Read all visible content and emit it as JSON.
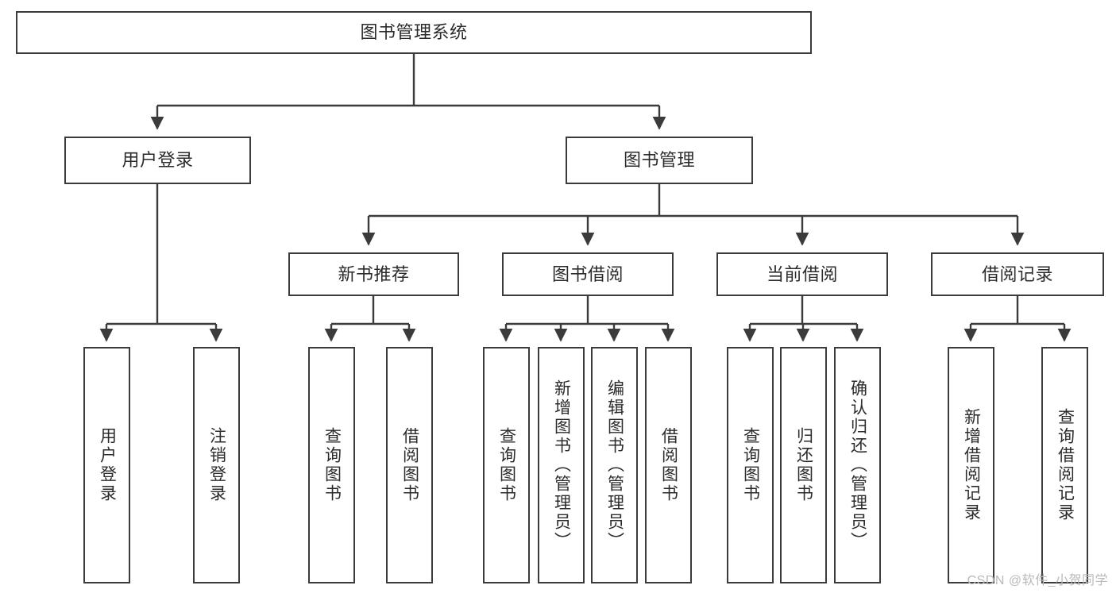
{
  "diagram": {
    "title": "图书管理系统",
    "type": "tree-hierarchy",
    "orientation": "top-down",
    "colors": {
      "box_border": "#3b3b3b",
      "box_fill": "#ffffff",
      "connector": "#3b3b3b",
      "text": "#2b2b2b",
      "watermark": "#b9b9b9",
      "background": "#ffffff"
    }
  },
  "nodes": {
    "root": {
      "label": "图书管理系统"
    },
    "level2": [
      {
        "id": "user-login",
        "label": "用户登录"
      },
      {
        "id": "book-manage",
        "label": "图书管理"
      }
    ],
    "level3": [
      {
        "id": "new-book-recommend",
        "label": "新书推荐"
      },
      {
        "id": "book-borrow",
        "label": "图书借阅"
      },
      {
        "id": "current-borrow",
        "label": "当前借阅"
      },
      {
        "id": "borrow-record",
        "label": "借阅记录"
      }
    ],
    "leaves": {
      "user-login": [
        {
          "id": "leaf-user-login",
          "label": "用户登录"
        },
        {
          "id": "leaf-logout-login",
          "label": "注销登录"
        }
      ],
      "new-book-recommend": [
        {
          "id": "leaf-query-book-1",
          "label": "查询图书"
        },
        {
          "id": "leaf-borrow-book-1",
          "label": "借阅图书"
        }
      ],
      "book-borrow": [
        {
          "id": "leaf-query-book-2",
          "label": "查询图书"
        },
        {
          "id": "leaf-add-book",
          "label": "新增图书（管理员）"
        },
        {
          "id": "leaf-edit-book",
          "label": "编辑图书（管理员）"
        },
        {
          "id": "leaf-borrow-book-2",
          "label": "借阅图书"
        }
      ],
      "current-borrow": [
        {
          "id": "leaf-query-book-3",
          "label": "查询图书"
        },
        {
          "id": "leaf-return-book",
          "label": "归还图书"
        },
        {
          "id": "leaf-confirm-return",
          "label": "确认归还（管理员）"
        }
      ],
      "borrow-record": [
        {
          "id": "leaf-add-record",
          "label": "新增借阅记录"
        },
        {
          "id": "leaf-query-record",
          "label": "查询借阅记录"
        }
      ]
    }
  },
  "watermark": {
    "text": "CSDN @软件_小贺同学"
  }
}
